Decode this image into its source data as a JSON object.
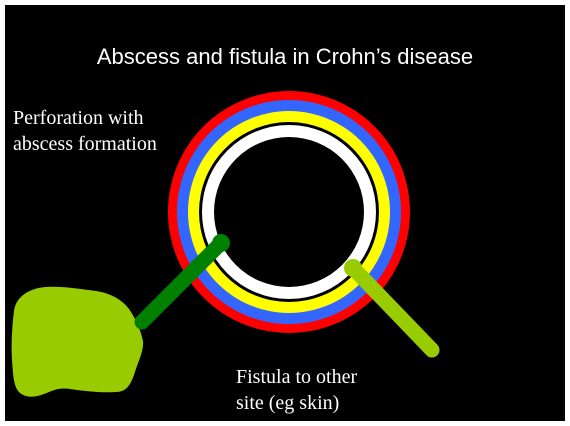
{
  "title": "Abscess and fistula in Crohn’s disease",
  "labels": {
    "perforation_line1": "Perforation with",
    "perforation_line2": "abscess formation",
    "fistula_line1": "Fistula to other",
    "fistula_line2": "site (eg skin)"
  },
  "colors": {
    "background": "#000000",
    "serosa_ring": "#ff0000",
    "muscularis_ring": "#3366ff",
    "submucosa_ring": "#ffff00",
    "mucosa_ring": "#ffffff",
    "abscess_tract": "#008000",
    "abscess_mass": "#99cc00",
    "fistula_tract": "#99cc00"
  }
}
